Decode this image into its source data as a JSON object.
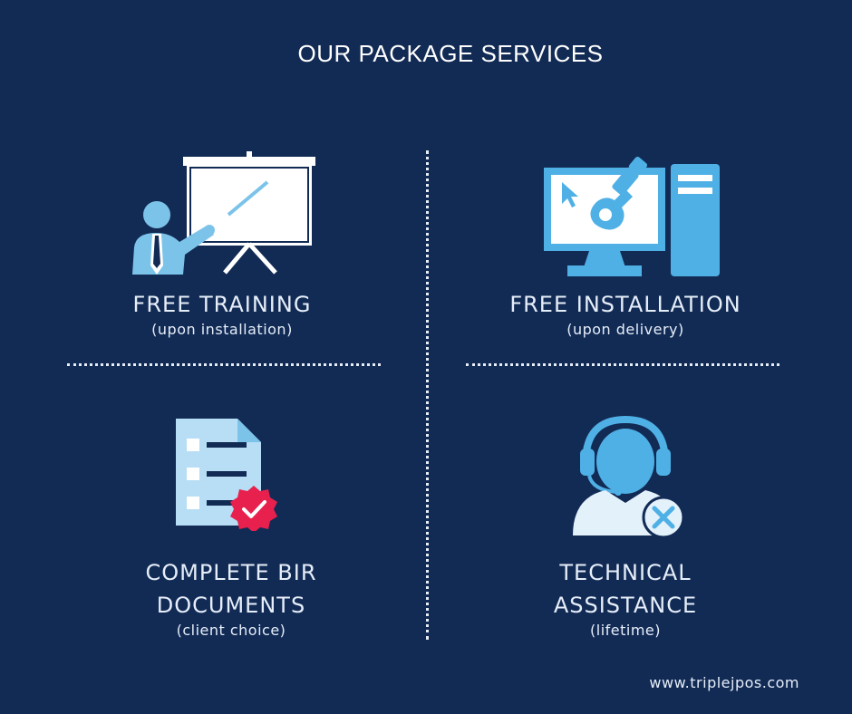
{
  "title": "OUR PACKAGE SERVICES",
  "services": [
    {
      "label": "FREE TRAINING",
      "sub": "(upon installation)",
      "icon": "presentation-board-icon"
    },
    {
      "label": "FREE INSTALLATION",
      "sub": "(upon delivery)",
      "icon": "computer-repair-icon"
    },
    {
      "label_line1": "COMPLETE BIR",
      "label_line2": "DOCUMENTS",
      "sub": "(client choice)",
      "icon": "checklist-document-icon"
    },
    {
      "label_line1": "TECHNICAL",
      "label_line2": "ASSISTANCE",
      "sub": "(lifetime)",
      "icon": "support-headset-icon"
    }
  ],
  "website": "www.triplejpos.com",
  "colors": {
    "background": "#122b55",
    "icon_light": "#7cc3ea",
    "icon_mid": "#4fb0e6",
    "badge": "#e8204d"
  }
}
